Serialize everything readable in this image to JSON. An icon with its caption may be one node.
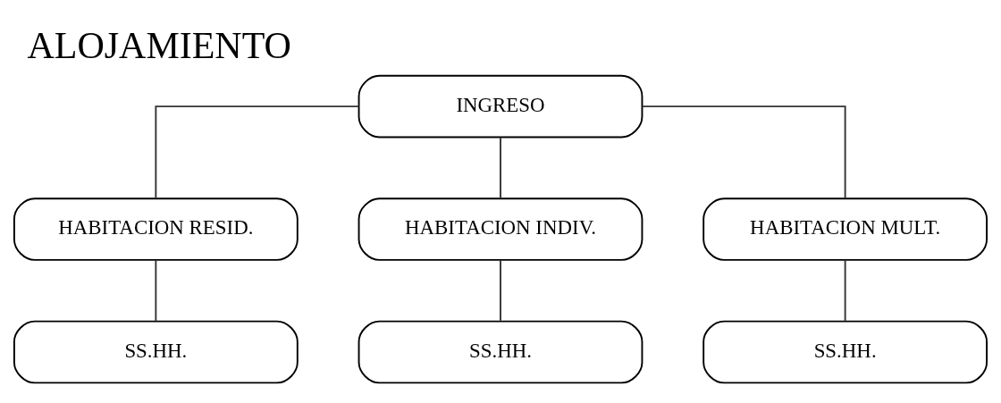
{
  "diagram": {
    "title": "ALOJAMIENTO",
    "nodes": [
      {
        "text": [
          "INGRESO"
        ]
      },
      {
        "text": [
          "HABITACION RESID."
        ]
      },
      {
        "text": [
          "HABITACION INDIV."
        ]
      },
      {
        "text": [
          "HABITACION MULT."
        ]
      },
      {
        "text": [
          "SS.HH."
        ]
      },
      {
        "text": [
          "SS.HH."
        ]
      },
      {
        "text": [
          "SS.HH."
        ]
      }
    ],
    "edges": [
      {
        "from": 0,
        "to": 1,
        "arrow": "none"
      },
      {
        "from": 0,
        "to": 2,
        "arrow": "none"
      },
      {
        "from": 0,
        "to": 3,
        "arrow": "none"
      },
      {
        "from": 1,
        "to": 4,
        "arrow": "none"
      },
      {
        "from": 2,
        "to": 5,
        "arrow": "none"
      },
      {
        "from": 3,
        "to": 6,
        "arrow": "none"
      }
    ]
  }
}
